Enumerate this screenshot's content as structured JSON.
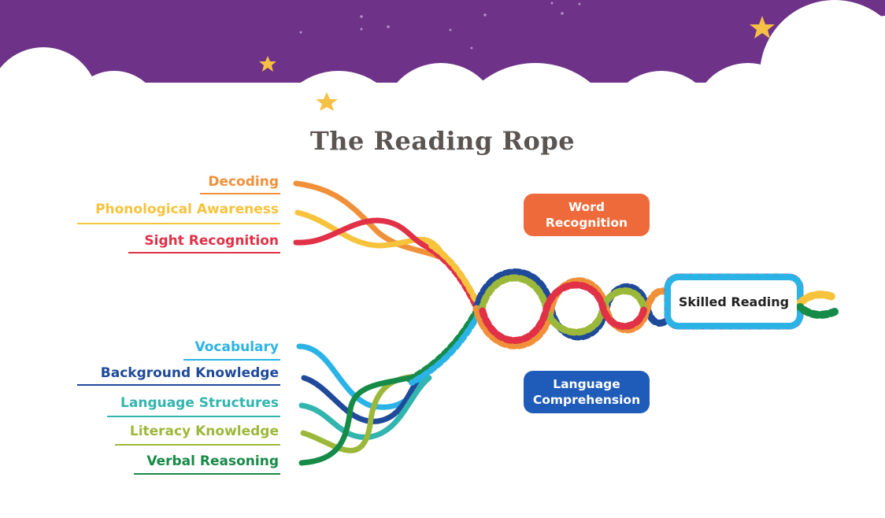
{
  "title": "The Reading Rope",
  "word_recognition": {
    "label": "Word\nRecognition",
    "color": "#ef6a3a",
    "strands": [
      {
        "label": "Decoding",
        "color": "#f0913a"
      },
      {
        "label": "Phonological Awareness",
        "color": "#f7c33d"
      },
      {
        "label": "Sight Recognition",
        "color": "#e03147"
      }
    ]
  },
  "language_comprehension": {
    "label": "Language\nComprehension",
    "color": "#1f5cba",
    "strands": [
      {
        "label": "Vocabulary",
        "color": "#2cb3e6"
      },
      {
        "label": "Background Knowledge",
        "color": "#1f4a9a"
      },
      {
        "label": "Language Structures",
        "color": "#32b5ae"
      },
      {
        "label": "Literacy Knowledge",
        "color": "#9cb83a"
      },
      {
        "label": "Verbal Reasoning",
        "color": "#168a47"
      }
    ]
  },
  "result": {
    "label": "Skilled Reading"
  },
  "colors": {
    "sky": "#6e3289",
    "star": "#f5c043",
    "title": "#5b5552"
  },
  "icons": [
    "star-icon",
    "cloud-icon"
  ]
}
